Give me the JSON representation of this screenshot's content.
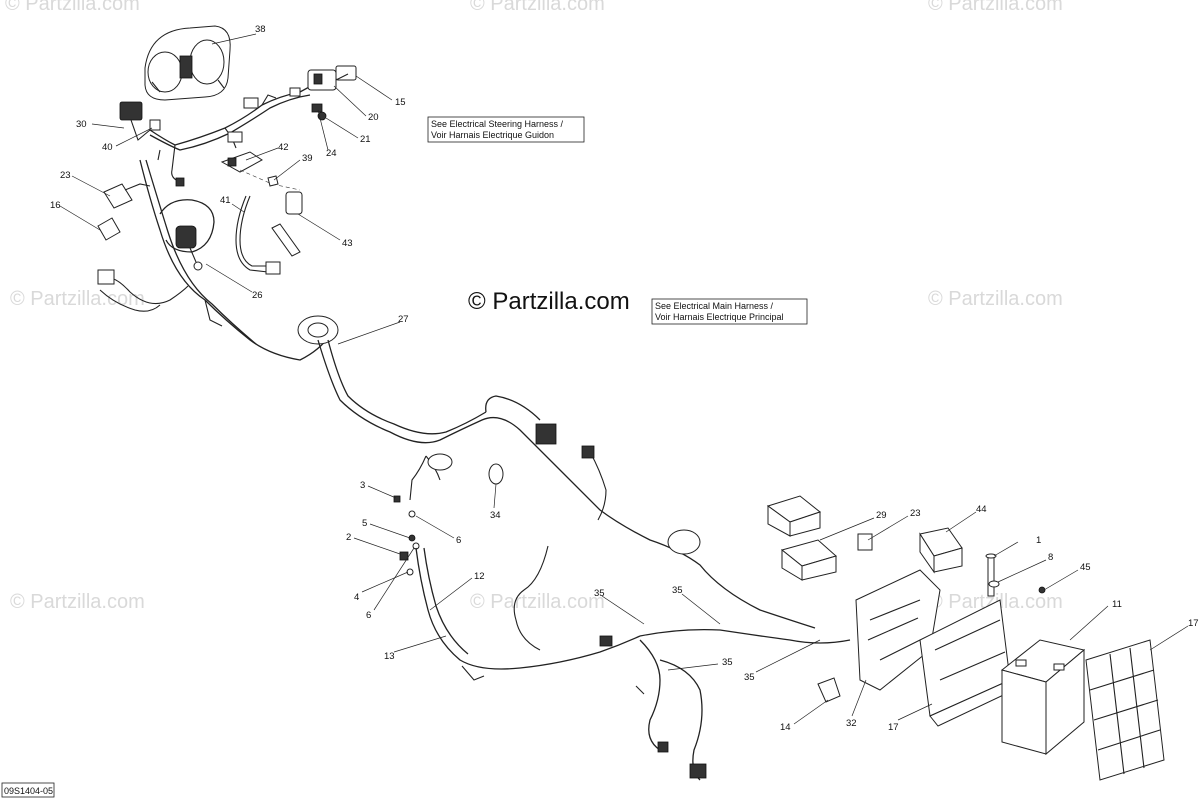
{
  "watermark": "© Partzilla.com",
  "brand": "© Partzilla.com",
  "notes": [
    {
      "id": "steering",
      "lines": [
        "See Electrical Steering Harness /",
        "Voir Harnais Electrique Guidon"
      ]
    },
    {
      "id": "main",
      "lines": [
        "See Electrical Main Harness /",
        "Voir Harnais Electrique Principal"
      ]
    }
  ],
  "drawing_number": "09S1404-05",
  "callouts": [
    "38",
    "15",
    "20",
    "21",
    "24",
    "30",
    "40",
    "42",
    "39",
    "23",
    "16",
    "41",
    "43",
    "26",
    "27",
    "3",
    "34",
    "6",
    "5",
    "2",
    "4",
    "6",
    "12",
    "13",
    "35",
    "35",
    "35",
    "35",
    "29",
    "23",
    "44",
    "1",
    "8",
    "45",
    "11",
    "17",
    "14",
    "32",
    "17"
  ]
}
